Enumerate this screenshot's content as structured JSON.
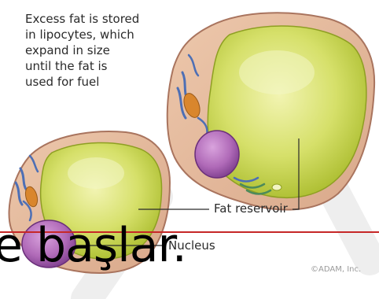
{
  "caption": {
    "lines": [
      "Excess fat is stored",
      "in lipocytes, which",
      "expand in size",
      "until the fat is",
      "used for fuel"
    ]
  },
  "labels": {
    "fat_reservoir": "Fat reservoir",
    "nucleus": "Nucleus"
  },
  "overlay_text": "e başlar.",
  "copyright": "©ADAM, Inc.",
  "colors": {
    "membrane": "#e3b79a",
    "membrane_edge": "#a9745e",
    "fat": "#cbd94e",
    "fat_highlight": "#eef1a4",
    "nucleus": "#b06ab8",
    "nucleus_dark": "#7c3d8c",
    "organelle_blue": "#4d6fb5",
    "mitochondria": "#d9862d",
    "red_line": "#c62828",
    "watermark": "#eeeeee"
  }
}
